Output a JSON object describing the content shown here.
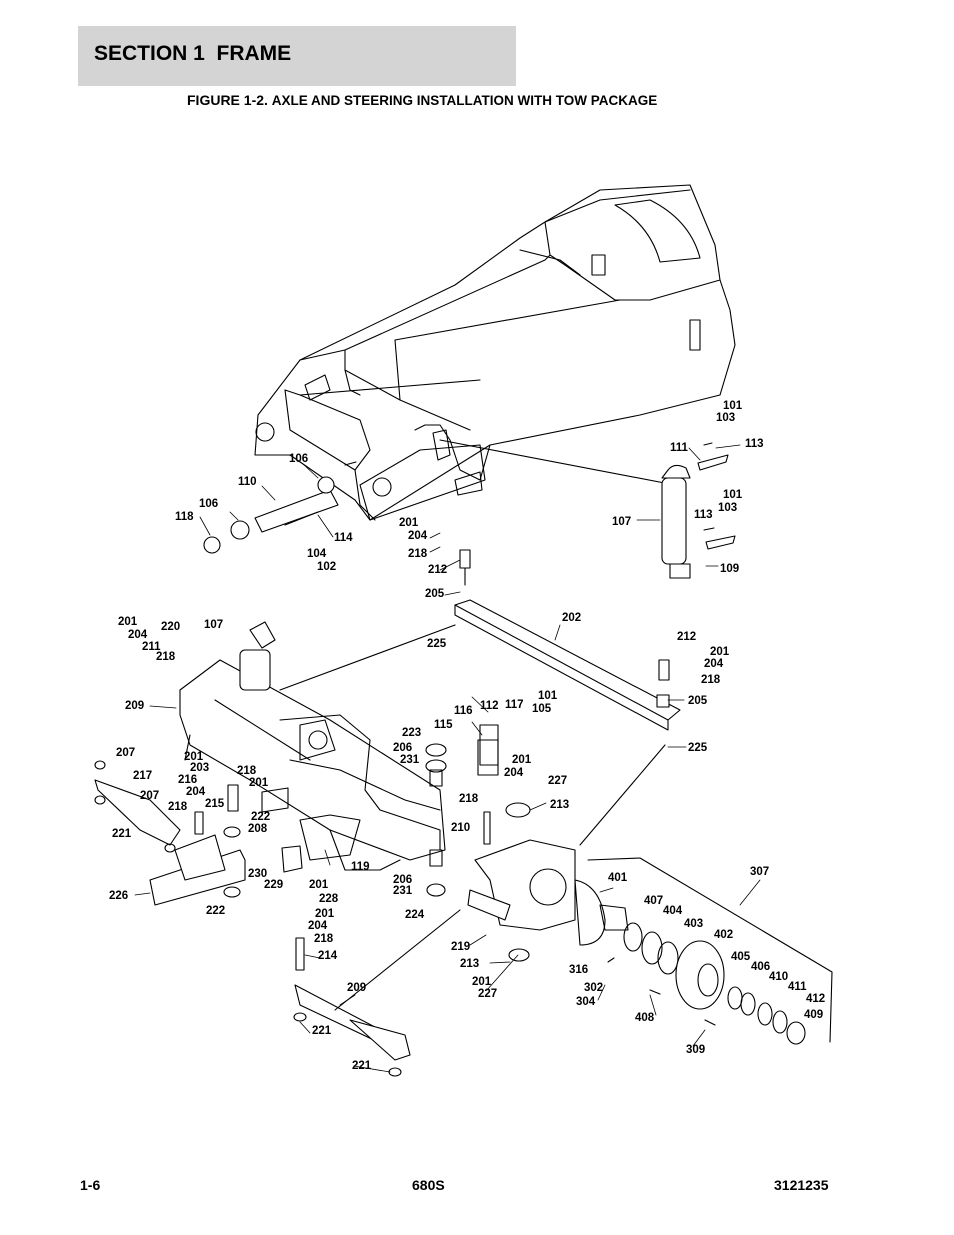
{
  "header": {
    "section_title": "SECTION 1  FRAME"
  },
  "figure": {
    "caption_prefix": "FIGURE 1-2. ",
    "caption_text": "AXLE AND STEERING INSTALLATION WITH TOW PACKAGE"
  },
  "callouts": [
    "101",
    "103",
    "113",
    "111",
    "101",
    "103",
    "113",
    "107",
    "109",
    "106",
    "110",
    "106",
    "118",
    "114",
    "104",
    "102",
    "201",
    "204",
    "218",
    "212",
    "205",
    "202",
    "212",
    "201",
    "204",
    "218",
    "205",
    "225",
    "225",
    "201",
    "204",
    "220",
    "107",
    "211",
    "218",
    "209",
    "207",
    "217",
    "201",
    "203",
    "218",
    "216",
    "201",
    "207",
    "204",
    "218",
    "215",
    "222",
    "208",
    "221",
    "226",
    "222",
    "230",
    "229",
    "201",
    "228",
    "119",
    "116",
    "112",
    "117",
    "101",
    "105",
    "115",
    "223",
    "206",
    "231",
    "201",
    "204",
    "227",
    "218",
    "213",
    "210",
    "206",
    "231",
    "224",
    "401",
    "307",
    "407",
    "404",
    "403",
    "402",
    "405",
    "406",
    "410",
    "411",
    "412",
    "409",
    "219",
    "213",
    "201",
    "227",
    "316",
    "302",
    "304",
    "408",
    "309",
    "201",
    "204",
    "218",
    "214",
    "209",
    "221",
    "221"
  ],
  "footer": {
    "page_number": "1-6",
    "model": "680S",
    "doc_number": "3121235"
  }
}
